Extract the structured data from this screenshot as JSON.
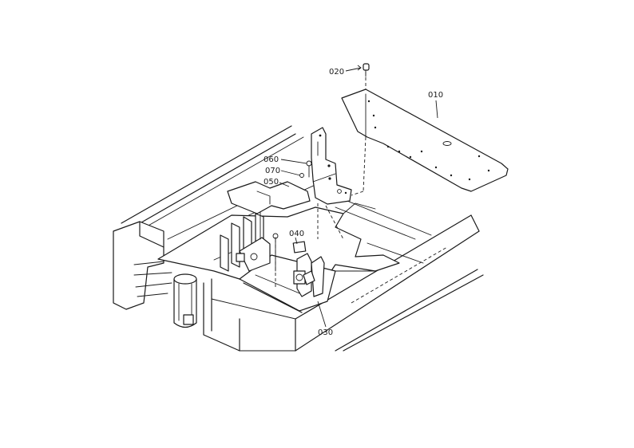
{
  "diagram": {
    "type": "exploded-parts-drawing",
    "parts": [
      {
        "id": "p010",
        "label": "010"
      },
      {
        "id": "p020",
        "label": "020"
      },
      {
        "id": "p030",
        "label": "030"
      },
      {
        "id": "p040",
        "label": "040"
      },
      {
        "id": "p050",
        "label": "050"
      },
      {
        "id": "p060",
        "label": "060"
      },
      {
        "id": "p070",
        "label": "070"
      }
    ]
  }
}
